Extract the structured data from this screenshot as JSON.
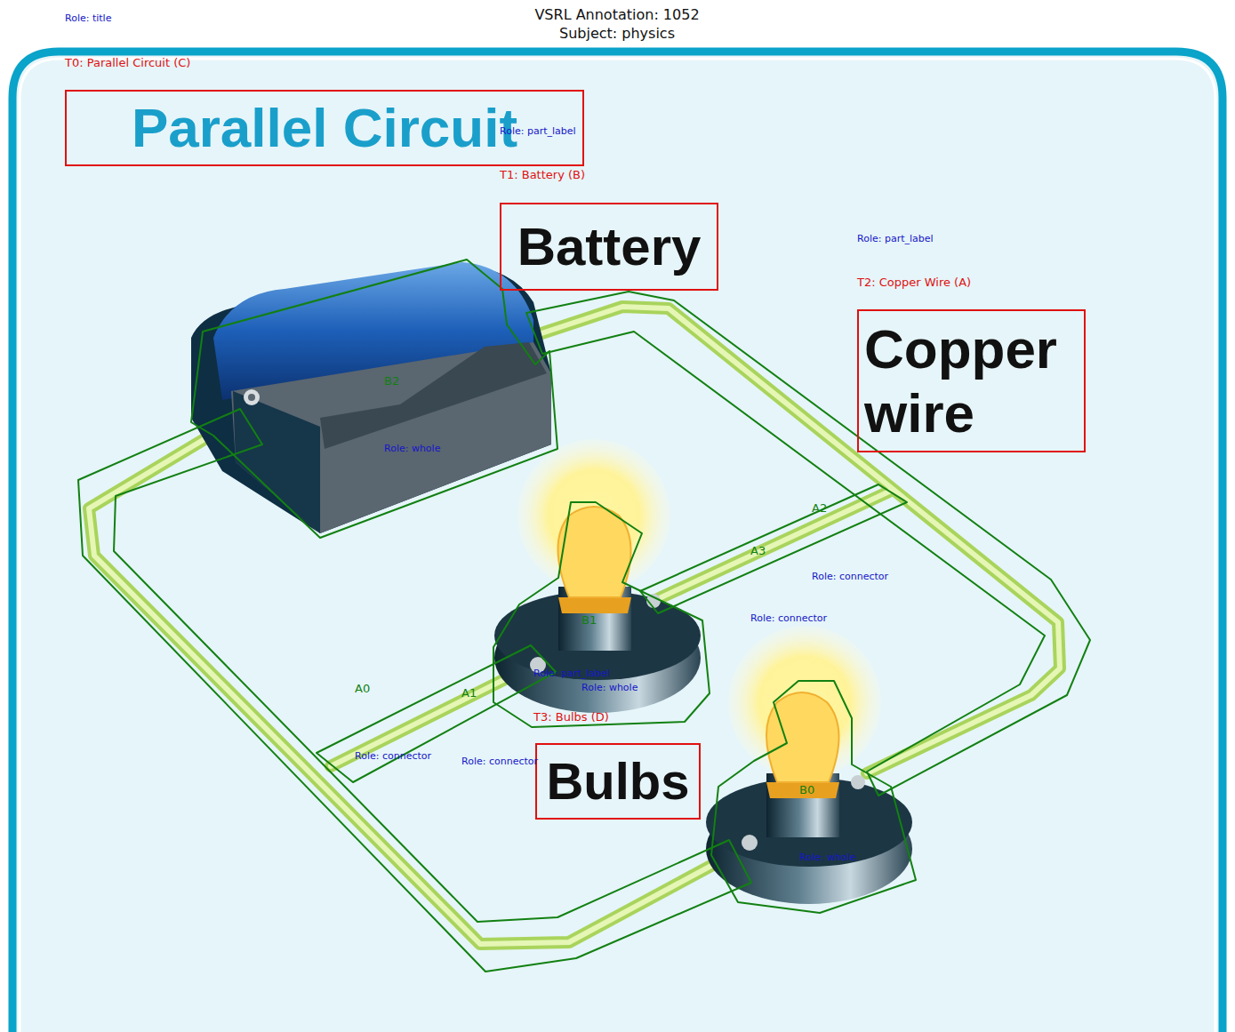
{
  "diagram": {
    "title": "VSRL Annotation: 1052 Subject: physics",
    "nodes": [
      {
        "text": [
          "Parallel Circuit"
        ]
      },
      {
        "text": [
          "Battery"
        ]
      },
      {
        "text": [
          "Copper wire"
        ]
      },
      {
        "text": [
          "Bulbs"
        ]
      }
    ],
    "labels": [
      "Role: title",
      "T0: Parallel Circuit (C)",
      "Role: part_label",
      "T1: Battery (B)",
      "Role: part_label",
      "T2: Copper Wire (A)",
      "B2",
      "Role: whole",
      "A2",
      "A3",
      "Role: connector",
      "Role: connector",
      "B1",
      "Role: part_label",
      "Role: whole",
      "T3: Bulbs (D)",
      "A0",
      "A1",
      "Role: connector",
      "Role: connector",
      "B0",
      "Role: whole"
    ]
  }
}
